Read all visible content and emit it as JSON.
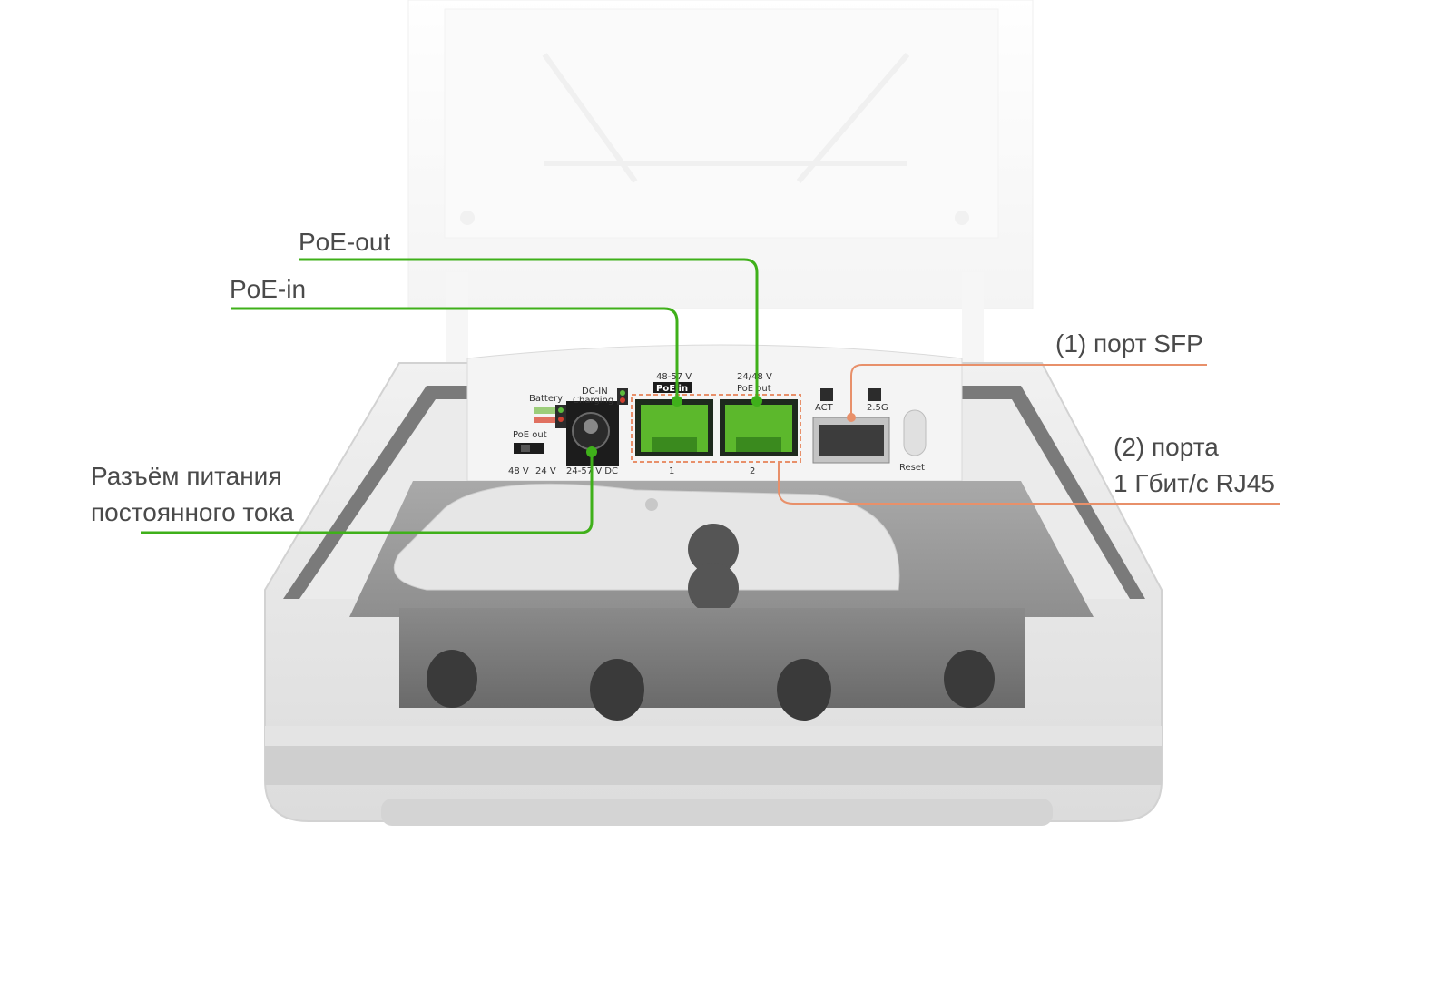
{
  "callouts": {
    "poe_out": "PoE-out",
    "poe_in": "PoE-in",
    "dc_power": [
      "Разъём питания",
      "постоянного тока"
    ],
    "sfp": "(1) порт SFP",
    "rj45": [
      "(2) порта",
      "1 Гбит/с RJ45"
    ]
  },
  "device_labels": {
    "battery": "Battery",
    "dc_in": "DC-IN",
    "charging": "Charging",
    "poe_out_switch": "PoE out",
    "v48": "48 V",
    "v24": "24 V",
    "dc_range": "24-57 V DC",
    "port1_voltage": "48-57 V",
    "port1_tag": "PoE in",
    "port2_voltage": "24/48 V",
    "port2_tag": "PoE out",
    "port1_num": "1",
    "port2_num": "2",
    "act": "ACT",
    "sfp_speed": "2.5G",
    "reset": "Reset"
  },
  "colors": {
    "green_callout": "#3fb01a",
    "orange_callout": "#e8906a",
    "port_green": "#5cb82c",
    "text": "#4a4a4a"
  }
}
